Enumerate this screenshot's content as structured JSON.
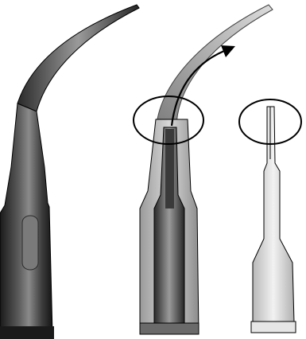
{
  "figure": {
    "panels": [
      {
        "role": "solid-instrument-tip"
      },
      {
        "role": "cutaway-tip-with-flow-arrow",
        "callout": "ellipse-highlight",
        "arrow": "curved-arrow-icon"
      },
      {
        "role": "outline-tip",
        "callout": "ellipse-highlight"
      }
    ],
    "colors": {
      "background": "#ffffff",
      "metal_dark": "#1e1e1e",
      "metal_mid": "#6e6e6e",
      "metal_light": "#cfcfcf",
      "outline": "#000000"
    }
  }
}
